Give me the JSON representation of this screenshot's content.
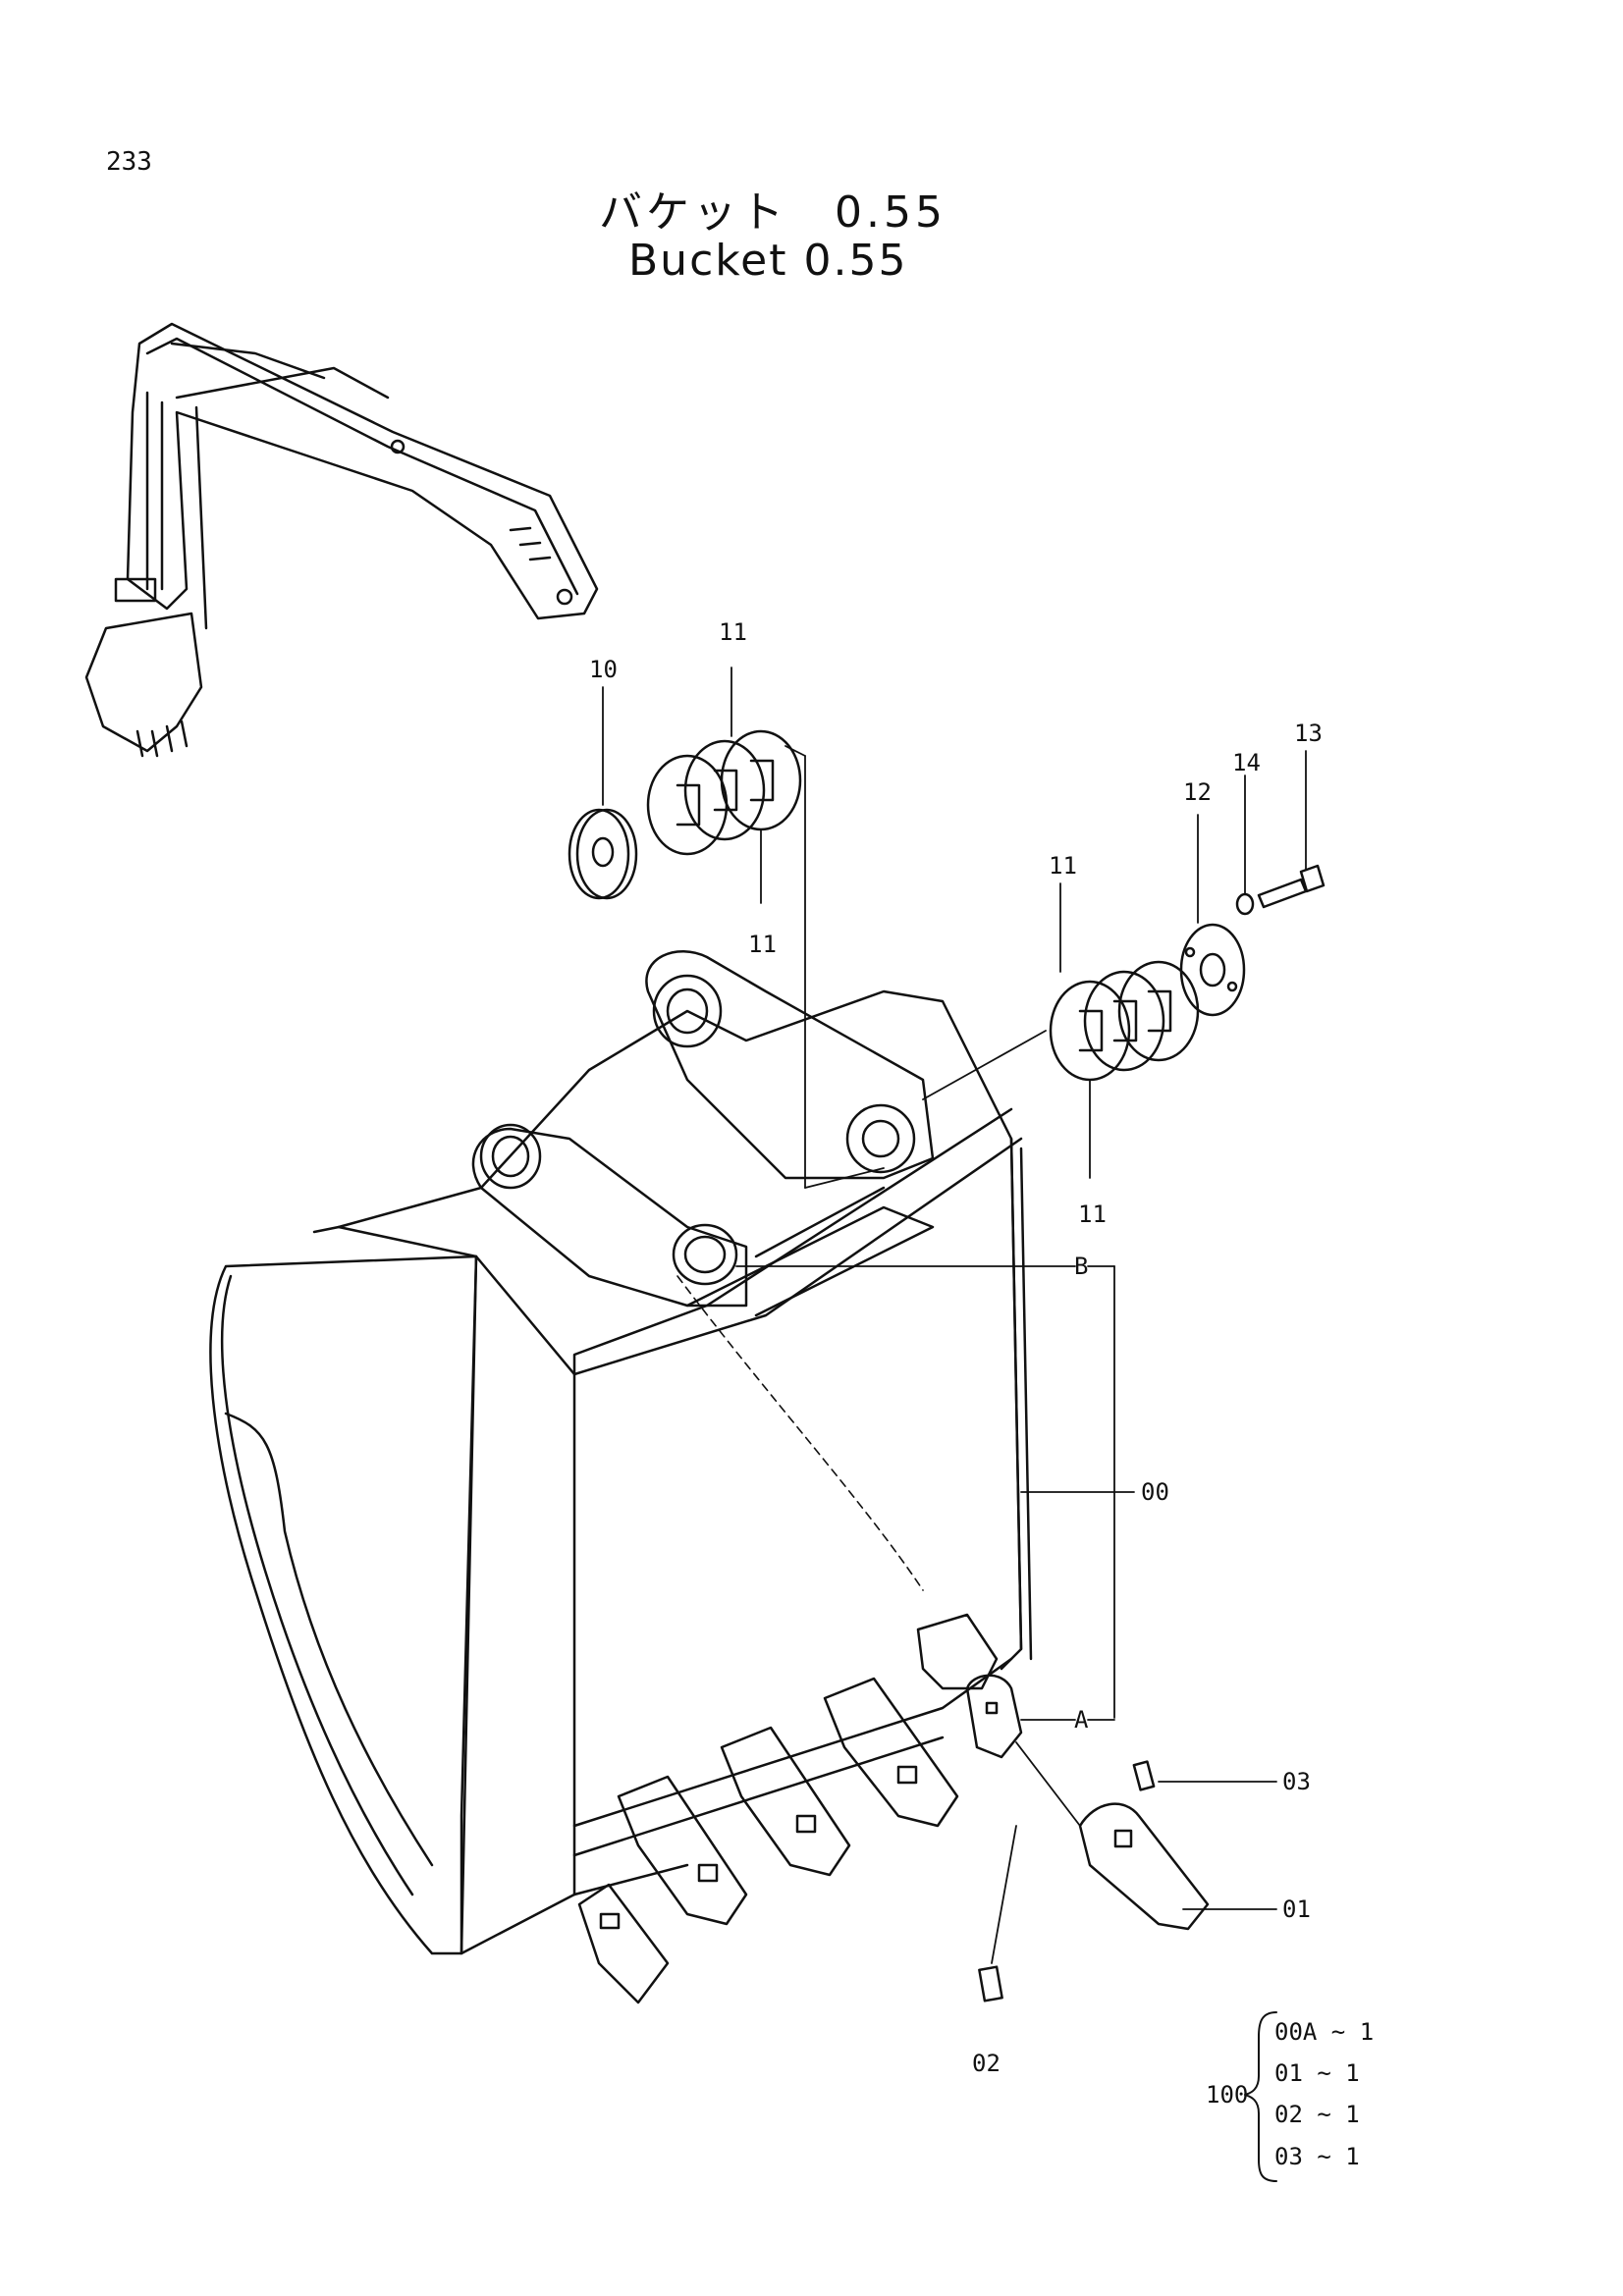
{
  "page_number": "233",
  "title": {
    "japanese": "バケット　0.55",
    "english": "Bucket 0.55"
  },
  "callouts": {
    "c10": "10",
    "c11a": "11",
    "c11b": "11",
    "c11c": "11",
    "c11d": "11",
    "c12": "12",
    "c13": "13",
    "c14": "14",
    "cB": "B",
    "cA": "A",
    "c00": "00",
    "c03": "03",
    "c01": "01",
    "c02": "02"
  },
  "kit": {
    "label": "100",
    "items": [
      "00A ~ 1",
      "01  ~ 1",
      "02  ~ 1",
      "03  ~ 1"
    ]
  }
}
